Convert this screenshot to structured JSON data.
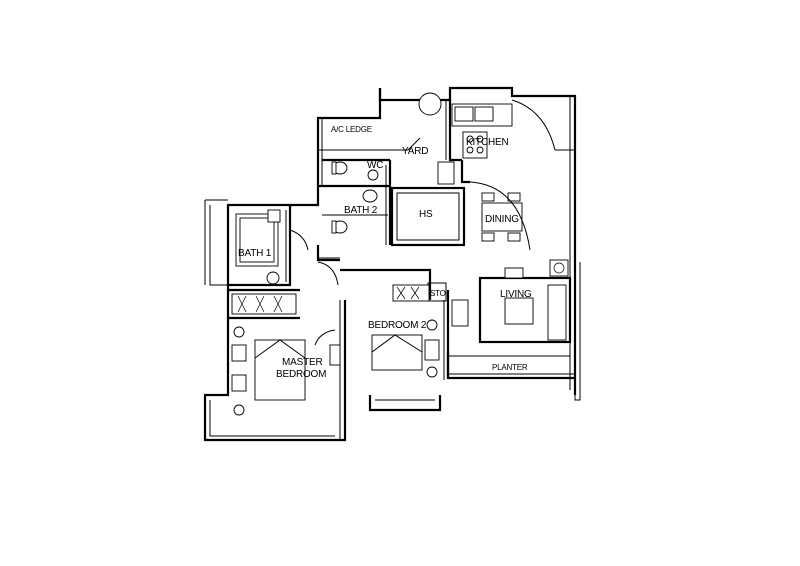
{
  "title": "Floor plan",
  "rooms": {
    "ac_ledge": "A/C LEDGE",
    "kitchen": "KITCHEN",
    "yard": "YARD",
    "wc": "WC",
    "bath2": "BATH 2",
    "hs": "HS",
    "dining": "DINING",
    "bath1": "BATH 1",
    "sto": "STO",
    "living": "LIVING",
    "bedroom2": "BEDROOM 2",
    "master_line1": "MASTER",
    "master_line2": "BEDROOM",
    "planter": "PLANTER"
  },
  "colors": {
    "line": "#000000",
    "background": "#ffffff"
  }
}
